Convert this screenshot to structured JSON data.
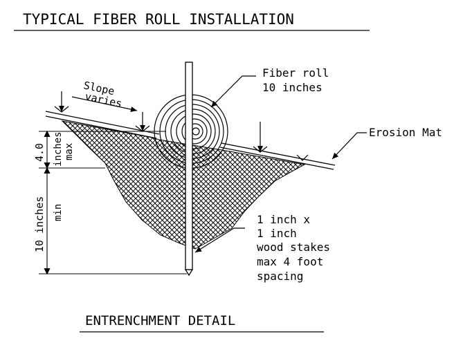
{
  "title": "TYPICAL FIBER ROLL INSTALLATION",
  "subtitle": "ENTRENCHMENT DETAIL",
  "labels": {
    "slope_line1": "Slope",
    "slope_line2": "varies",
    "fiber_roll_line1": "Fiber roll",
    "fiber_roll_line2": "10 inches",
    "erosion_mat": "Erosion Mat",
    "stake_line1": "1 inch x",
    "stake_line2": "1 inch",
    "stake_line3": "wood stakes",
    "stake_line4": "max 4 foot",
    "stake_line5": "spacing",
    "dim_upper_value": "4.0",
    "dim_upper_unit": "inches",
    "dim_upper_qual": "max",
    "dim_lower_value": "10 inches",
    "dim_lower_qual": "min"
  }
}
